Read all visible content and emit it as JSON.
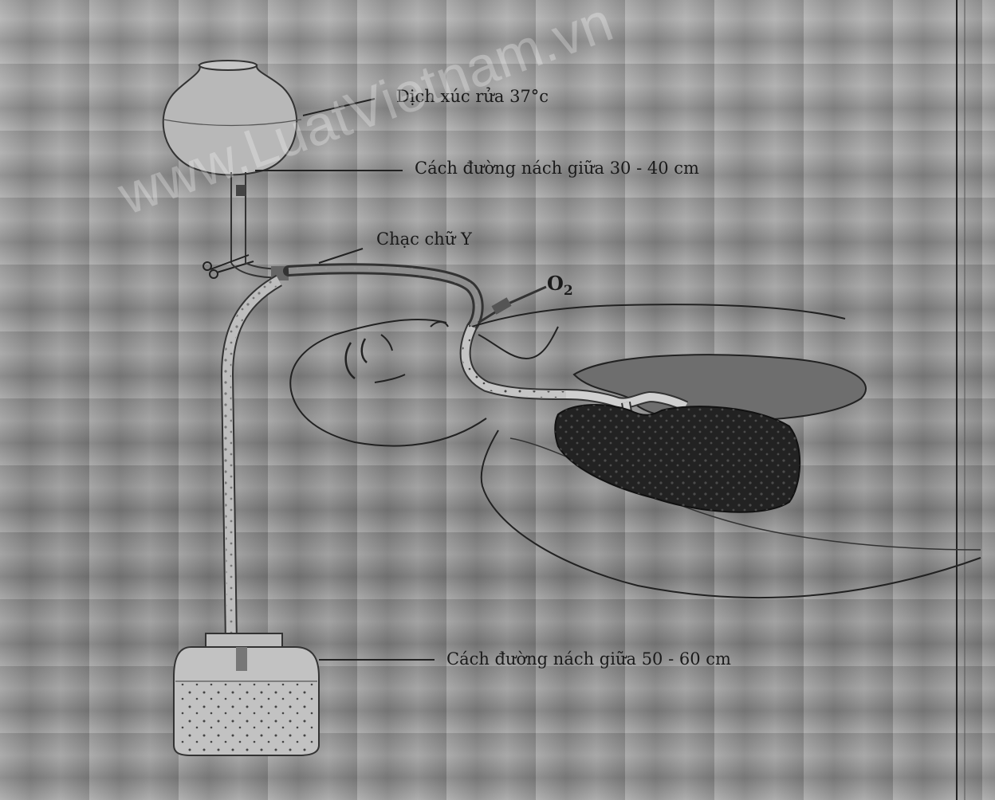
{
  "labels": {
    "irrigation_fluid": "Dịch xúc rửa 37°c",
    "upper_distance": "Cách đường nách giữa 30 - 40 cm",
    "y_connector": "Chạc chữ Y",
    "oxygen": "O",
    "oxygen_sub": "2",
    "lower_distance": "Cách đường nách giữa 50 - 60 cm"
  },
  "watermark": "www.LuatVietnam.vn"
}
